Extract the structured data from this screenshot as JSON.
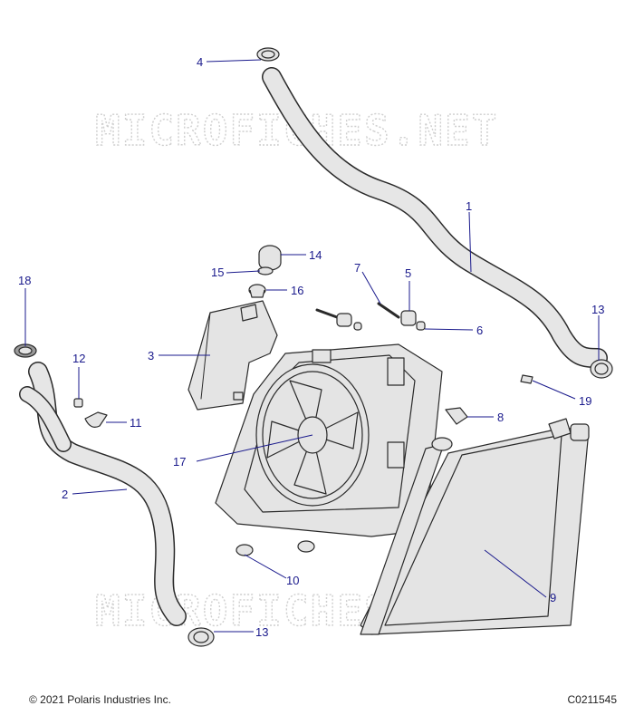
{
  "watermark": {
    "top": "MICROFICHES.NET",
    "bottom": "MICROFICHES.NET"
  },
  "footer": {
    "copyright": "© 2021 Polaris Industries Inc.",
    "code": "C0211545"
  },
  "callouts": [
    "1",
    "2",
    "3",
    "4",
    "5",
    "6",
    "7",
    "8",
    "9",
    "10",
    "11",
    "12",
    "13",
    "13",
    "14",
    "15",
    "16",
    "17",
    "18",
    "19"
  ],
  "colors": {
    "callout": "#1a1a8c",
    "line": "#2a2a2a",
    "fill": "#e4e4e4"
  }
}
